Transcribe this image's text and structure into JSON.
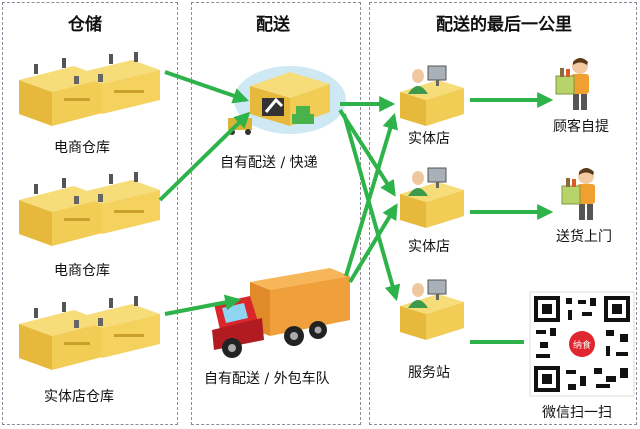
{
  "sections": {
    "warehouse": "仓储",
    "delivery": "配送",
    "last_mile": "配送的最后一公里"
  },
  "warehouses": [
    {
      "label": "电商仓库"
    },
    {
      "label": "电商仓库"
    },
    {
      "label": "实体店仓库"
    }
  ],
  "hubs": {
    "own_express": "自有配送 / 快递",
    "own_fleet": "自有配送 / 外包车队"
  },
  "stores": [
    {
      "label": "实体店"
    },
    {
      "label": "实体店"
    },
    {
      "label": "服务站"
    }
  ],
  "outcomes": {
    "self_pickup": "顾客自提",
    "home_delivery": "送货上门",
    "qr_caption": "微信扫一扫",
    "qr_logo": "纳食"
  },
  "colors": {
    "arrow": "#2eb34a",
    "building": "#f2cd55",
    "truck_red": "#d8262b",
    "cargo": "#f0a03a"
  }
}
